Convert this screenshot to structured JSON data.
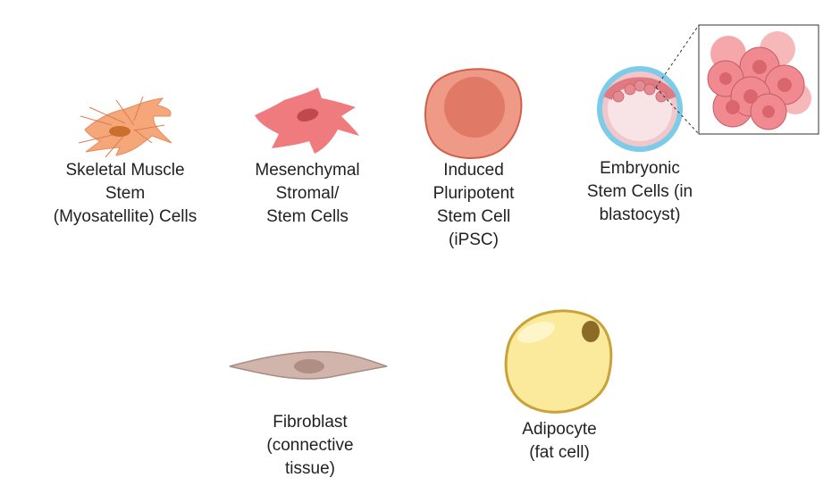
{
  "cells": [
    {
      "id": "skeletal-muscle-stem-cells",
      "label": [
        "Skeletal Muscle",
        "Stem",
        "(Myosatellite) Cells"
      ]
    },
    {
      "id": "mesenchymal-stromal-stem-cells",
      "label": [
        "Mesenchymal",
        "Stromal/",
        "Stem Cells"
      ]
    },
    {
      "id": "ipsc",
      "label": [
        "Induced",
        "Pluripotent",
        "Stem Cell",
        "(iPSC)"
      ]
    },
    {
      "id": "embryonic-stem-cells",
      "label": [
        "Embryonic",
        "Stem Cells (in",
        "blastocyst)"
      ]
    },
    {
      "id": "fibroblast",
      "label": [
        "Fibroblast",
        "(connective",
        "tissue)"
      ]
    },
    {
      "id": "adipocyte",
      "label": [
        "Adipocyte",
        "(fat cell)"
      ]
    }
  ],
  "colors": {
    "muscle": "#f5a77a",
    "mesenchymal": "#ef7b7f",
    "ipsc": "#e9806c",
    "blastocyst_zona": "#7ccbe8",
    "embryonic_cell": "#f08a90",
    "fibroblast": "#d1b5ac",
    "adipocyte": "#fbea9c",
    "adipocyte_border": "#c9a23a"
  }
}
